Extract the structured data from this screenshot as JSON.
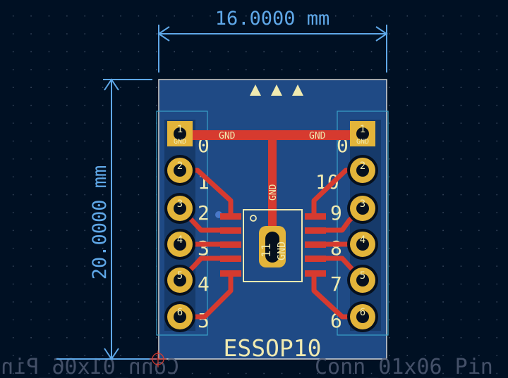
{
  "dimensions": {
    "width": "16.0000 mm",
    "height": "20.0000 mm"
  },
  "footprint": {
    "value": "ESSOP10",
    "connector_ref": "Conn_01x06_Pin",
    "connector_ref_mirrored": "Conn_01x06_Pin"
  },
  "nets": {
    "top_left": "GND",
    "top_right": "GND",
    "vertical": "GND",
    "center_pad": "GND",
    "left_pad1": "GND",
    "right_pad1": "GND"
  },
  "connector_pins": [
    "1",
    "2",
    "3",
    "4",
    "5",
    "6"
  ],
  "ic_pin_labels_left": [
    "1",
    "2",
    "3",
    "4",
    "5"
  ],
  "ic_pin_labels_right": [
    "10",
    "9",
    "8",
    "7",
    "6"
  ],
  "center_pad_number": "11",
  "silk_top_left": "0",
  "silk_top_right": "0",
  "colors": {
    "background": "#001023",
    "board": "#1f4a85",
    "copper": "#d63a2f",
    "pad": "#e3b43a",
    "silk": "#f0eab0",
    "dimension": "#5fa8e8"
  }
}
